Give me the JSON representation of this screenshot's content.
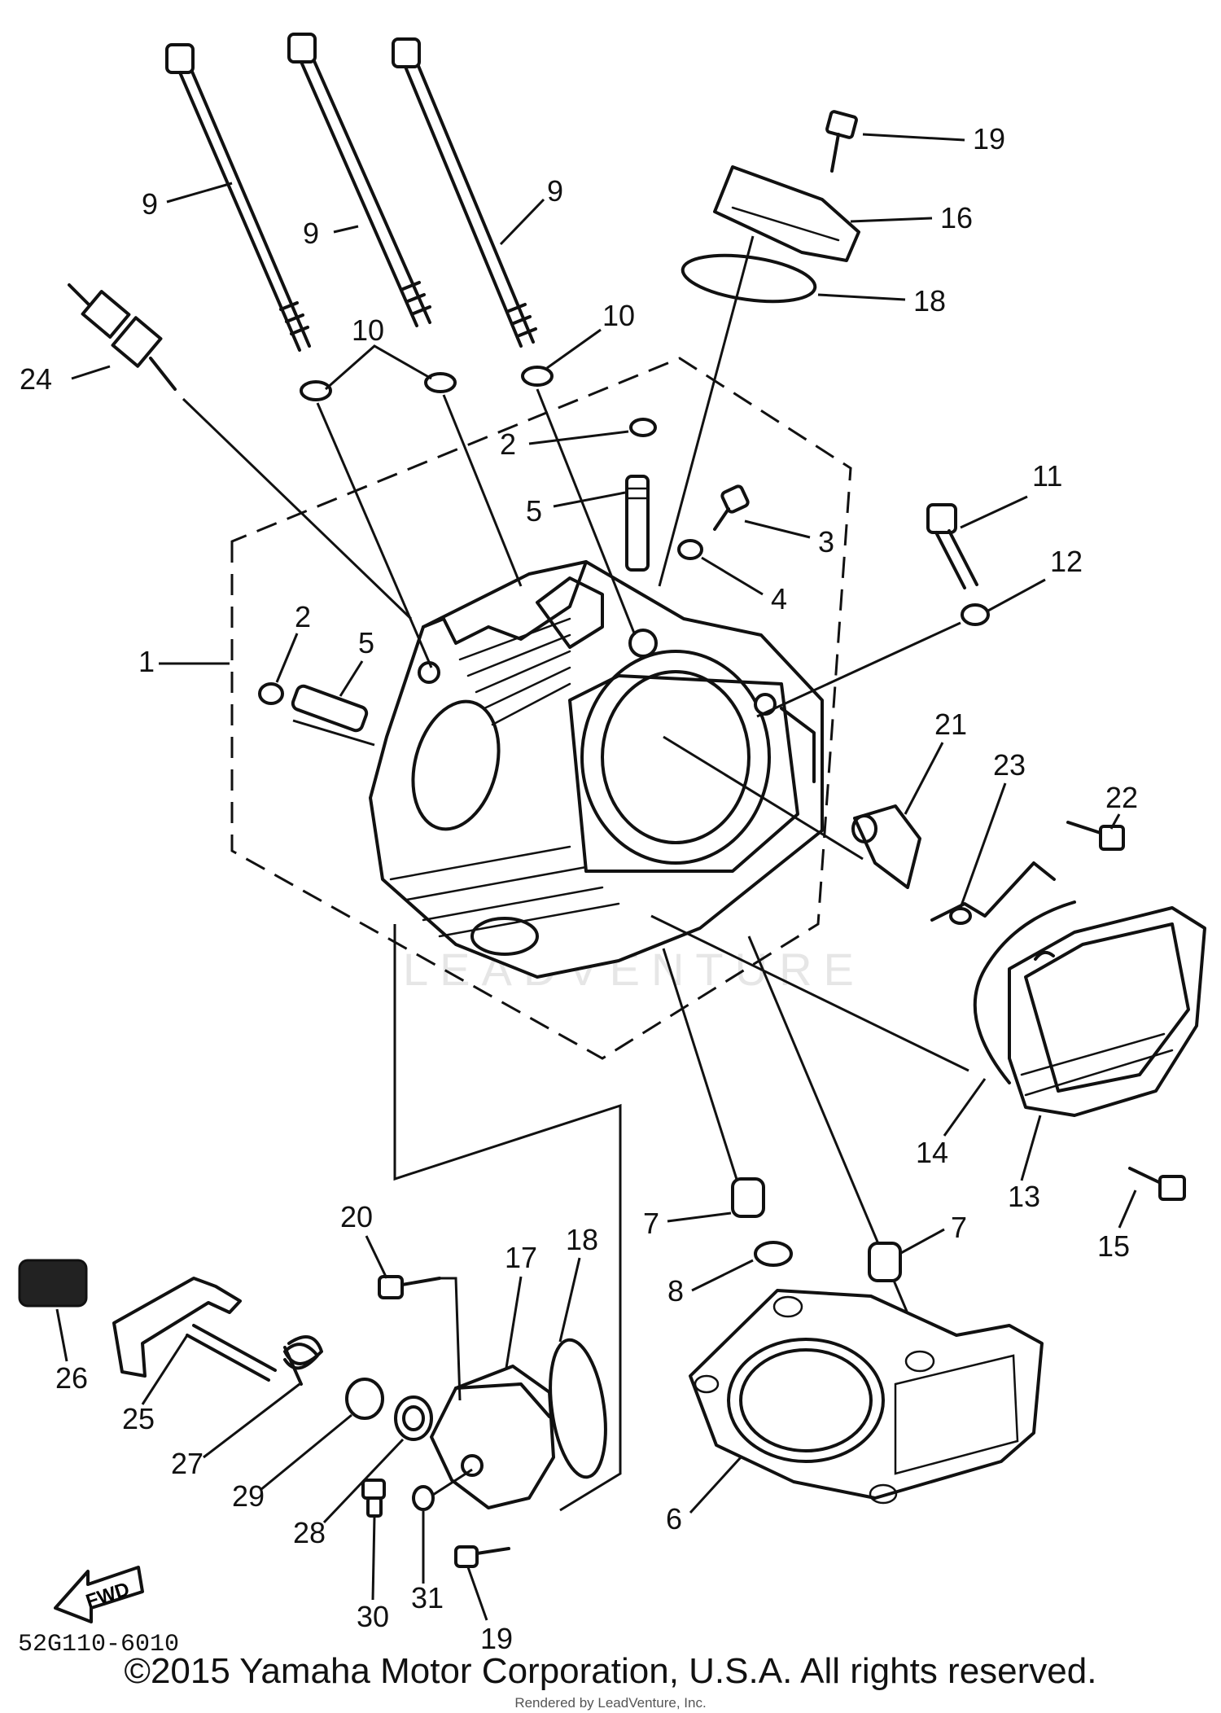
{
  "callouts": {
    "c1": "1",
    "c2a": "2",
    "c2b": "2",
    "c3": "3",
    "c4": "4",
    "c5a": "5",
    "c5b": "5",
    "c6": "6",
    "c7a": "7",
    "c7b": "7",
    "c8": "8",
    "c9a": "9",
    "c9b": "9",
    "c9c": "9",
    "c10a": "10",
    "c10b": "10",
    "c11": "11",
    "c12": "12",
    "c13": "13",
    "c14": "14",
    "c15": "15",
    "c16": "16",
    "c17": "17",
    "c18a": "18",
    "c18b": "18",
    "c19a": "19",
    "c19b": "19",
    "c20": "20",
    "c21": "21",
    "c22": "22",
    "c23": "23",
    "c24": "24",
    "c25": "25",
    "c26": "26",
    "c27": "27",
    "c28": "28",
    "c29": "29",
    "c30": "30",
    "c31": "31"
  },
  "fwd_label": "FWD",
  "reference_code": "52G110-6010",
  "watermark": "LEADVENTURE",
  "copyright": "©2015 Yamaha Motor Corporation, U.S.A. All rights reserved.",
  "rendered_by": "Rendered by LeadVenture, Inc."
}
